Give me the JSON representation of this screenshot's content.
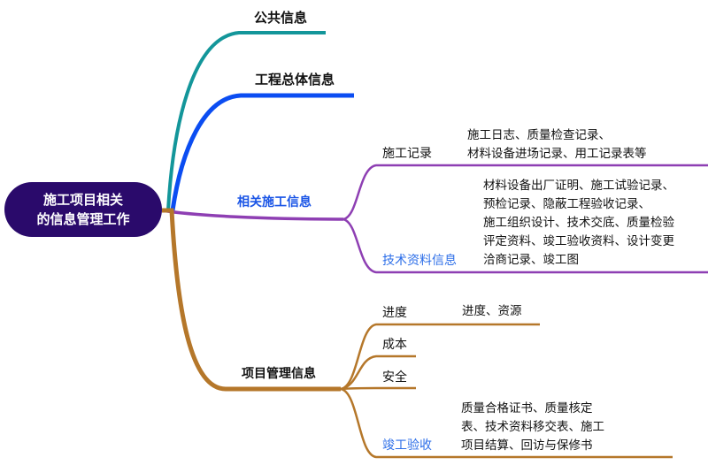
{
  "root": {
    "line1": "施工项目相关",
    "line2": "的信息管理工作"
  },
  "branches": {
    "public": {
      "label": "公共信息",
      "color": "#13969a"
    },
    "overall": {
      "label": "工程总体信息",
      "color": "#0b4df2"
    },
    "construction": {
      "label": "相关施工信息",
      "color": "#8e3fb3",
      "children": [
        {
          "label": "施工记录",
          "detail": [
            "施工日志、质量检查记录、",
            "材料设备进场记录、用工记录表等"
          ]
        },
        {
          "label": "技术资料信息",
          "detail": [
            "材料设备出厂证明、施工试验记录、",
            "预检记录、隐蔽工程验收记录、",
            "施工组织设计、技术交底、质量检验",
            "评定资料、竣工验收资料、设计变更",
            "洽商记录、竣工图"
          ]
        }
      ]
    },
    "management": {
      "label": "项目管理信息",
      "color": "#b5772a",
      "children": [
        {
          "label": "进度",
          "detail": [
            "进度、资源"
          ]
        },
        {
          "label": "成本"
        },
        {
          "label": "安全"
        },
        {
          "label": "竣工验收",
          "detail": [
            "质量合格证书、质量核定",
            "表、技术资料移交表、施工",
            "项目结算、回访与保修书"
          ]
        }
      ]
    }
  }
}
